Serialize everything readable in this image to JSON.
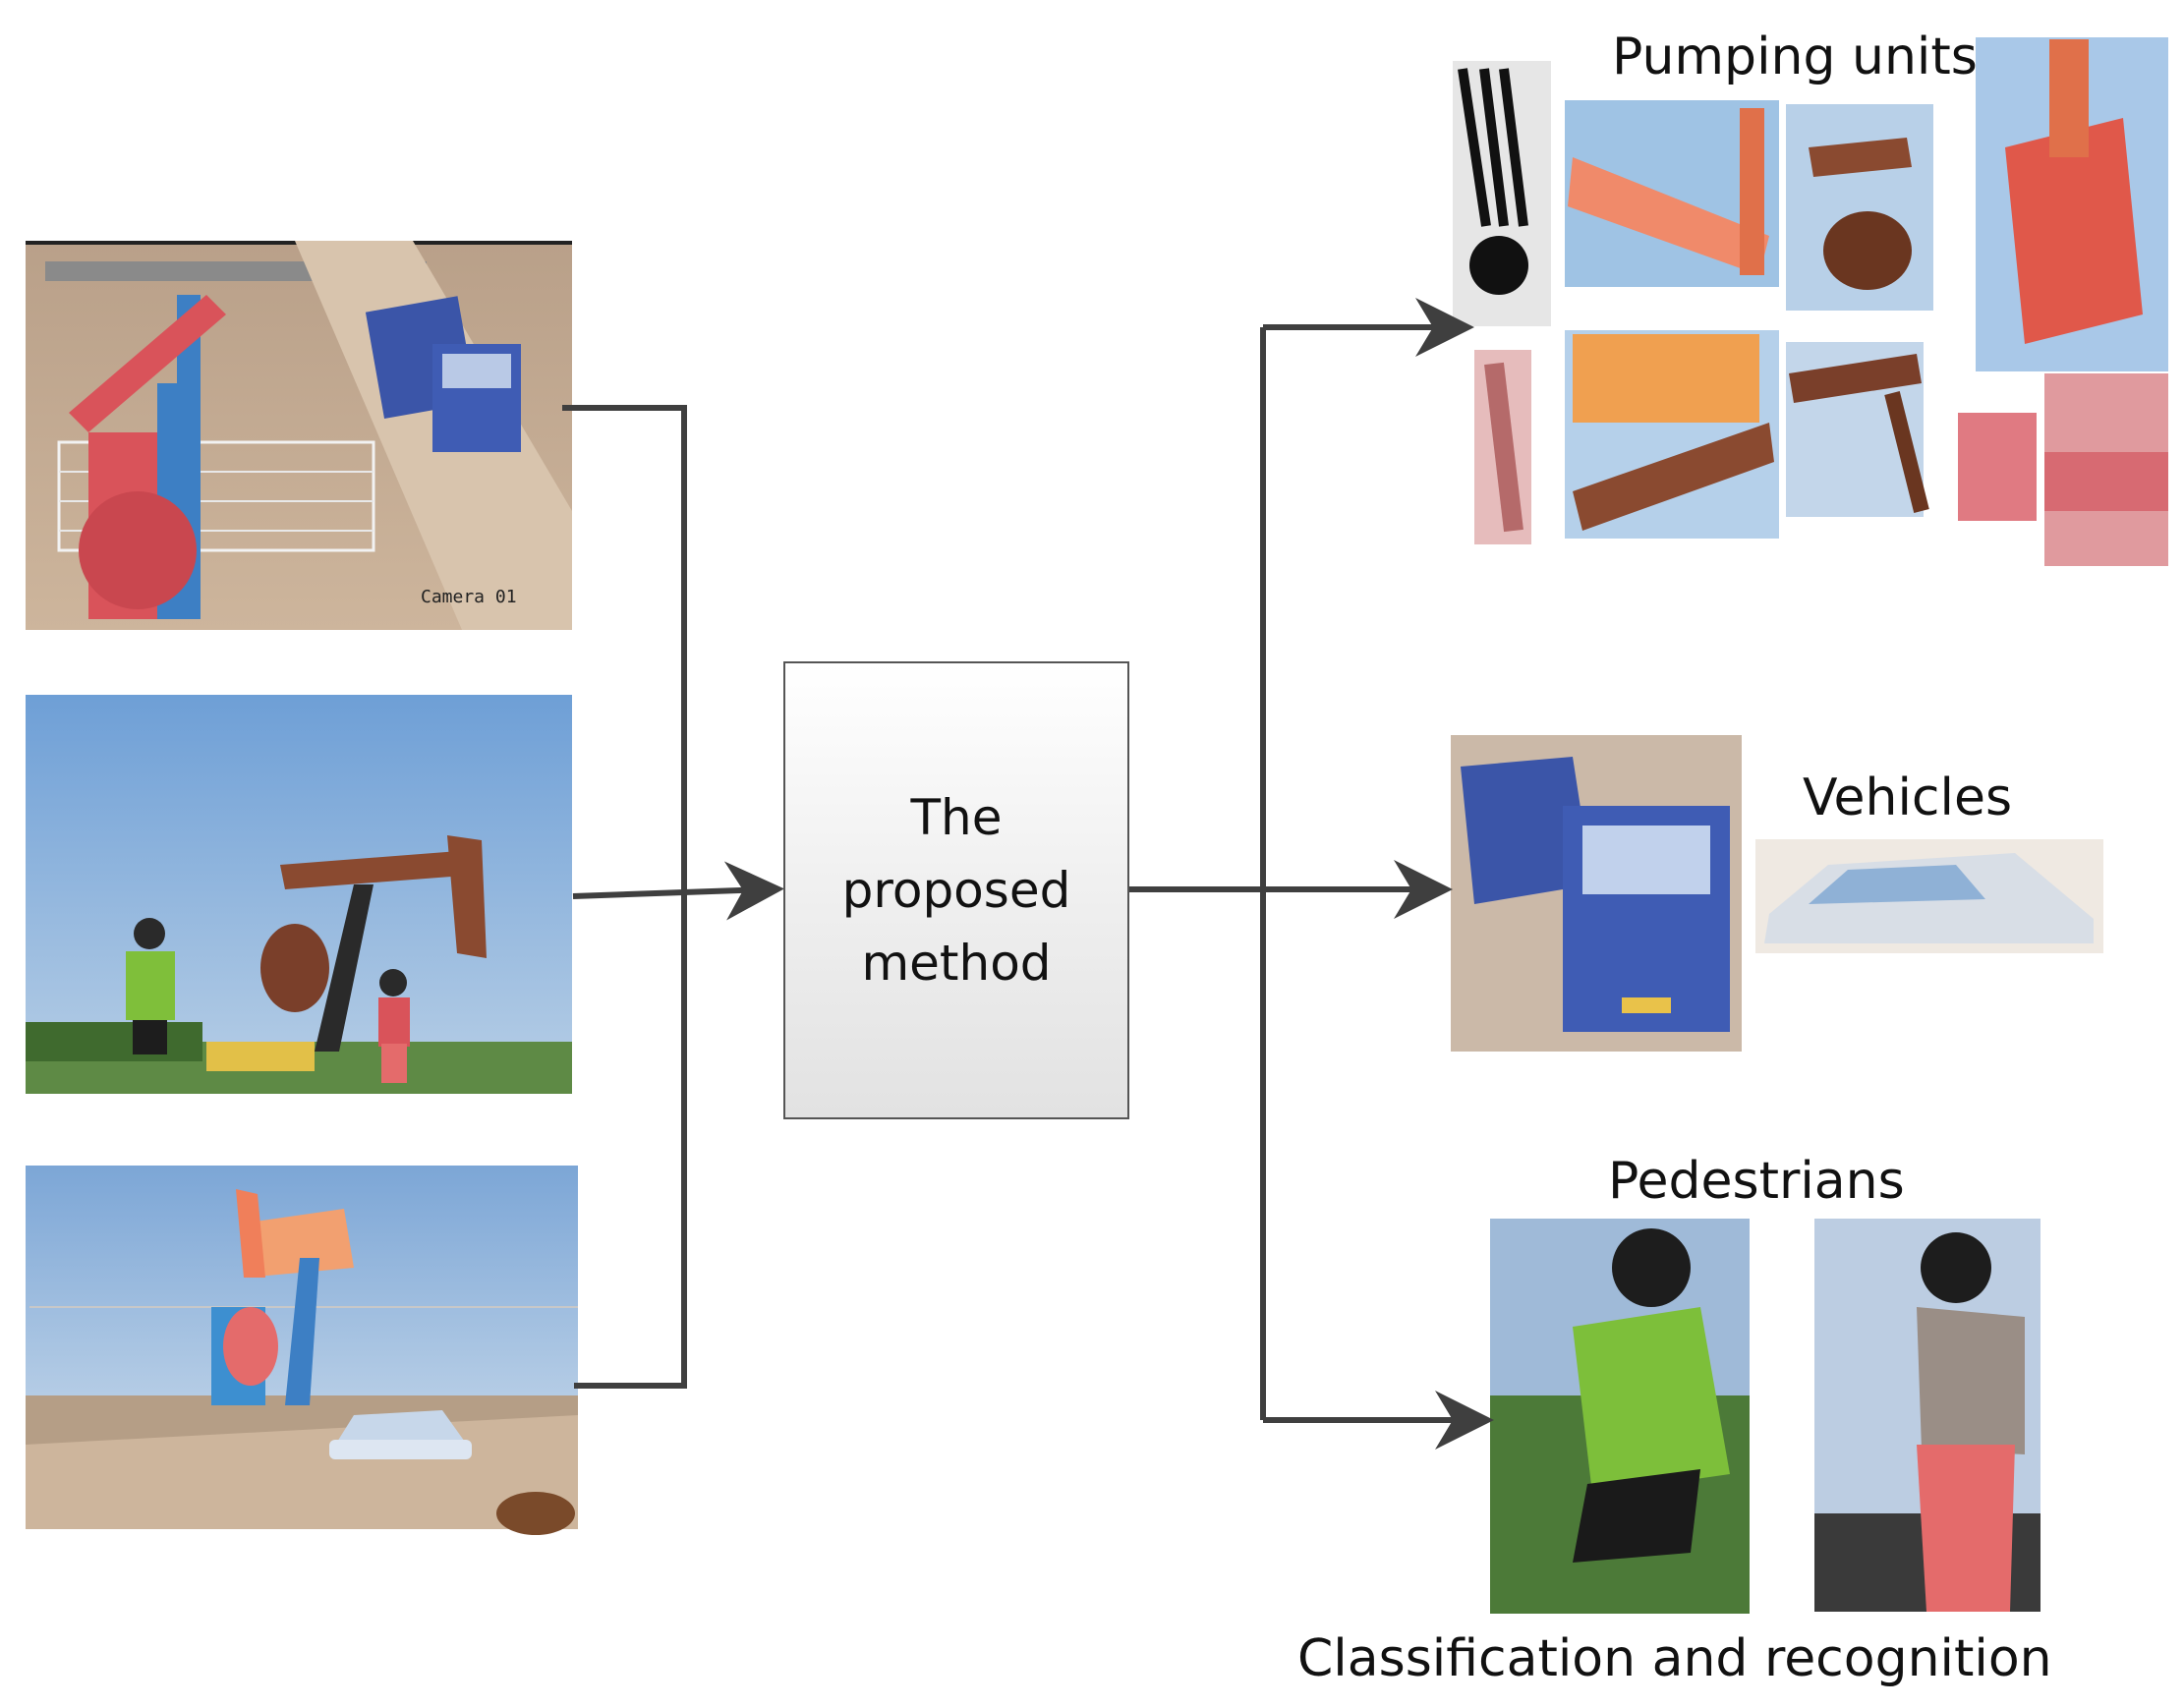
{
  "method_box": {
    "label": "The\nproposed\nmethod"
  },
  "inputs": {
    "camera_overlay": "Camera 01"
  },
  "outputs": {
    "pumping_units": {
      "label": "Pumping units"
    },
    "vehicles": {
      "label": "Vehicles"
    },
    "pedestrians": {
      "label": "Pedestrians"
    }
  },
  "footer": {
    "label": "Classification and recognition"
  },
  "colors": {
    "arrow": "#3f3f3f",
    "pump_red": "#d9535a",
    "pump_blue": "#3d7fc4",
    "truck_blue": "#3b55a8",
    "sky": "#8fb6e0",
    "ground": "#c9b39a"
  }
}
